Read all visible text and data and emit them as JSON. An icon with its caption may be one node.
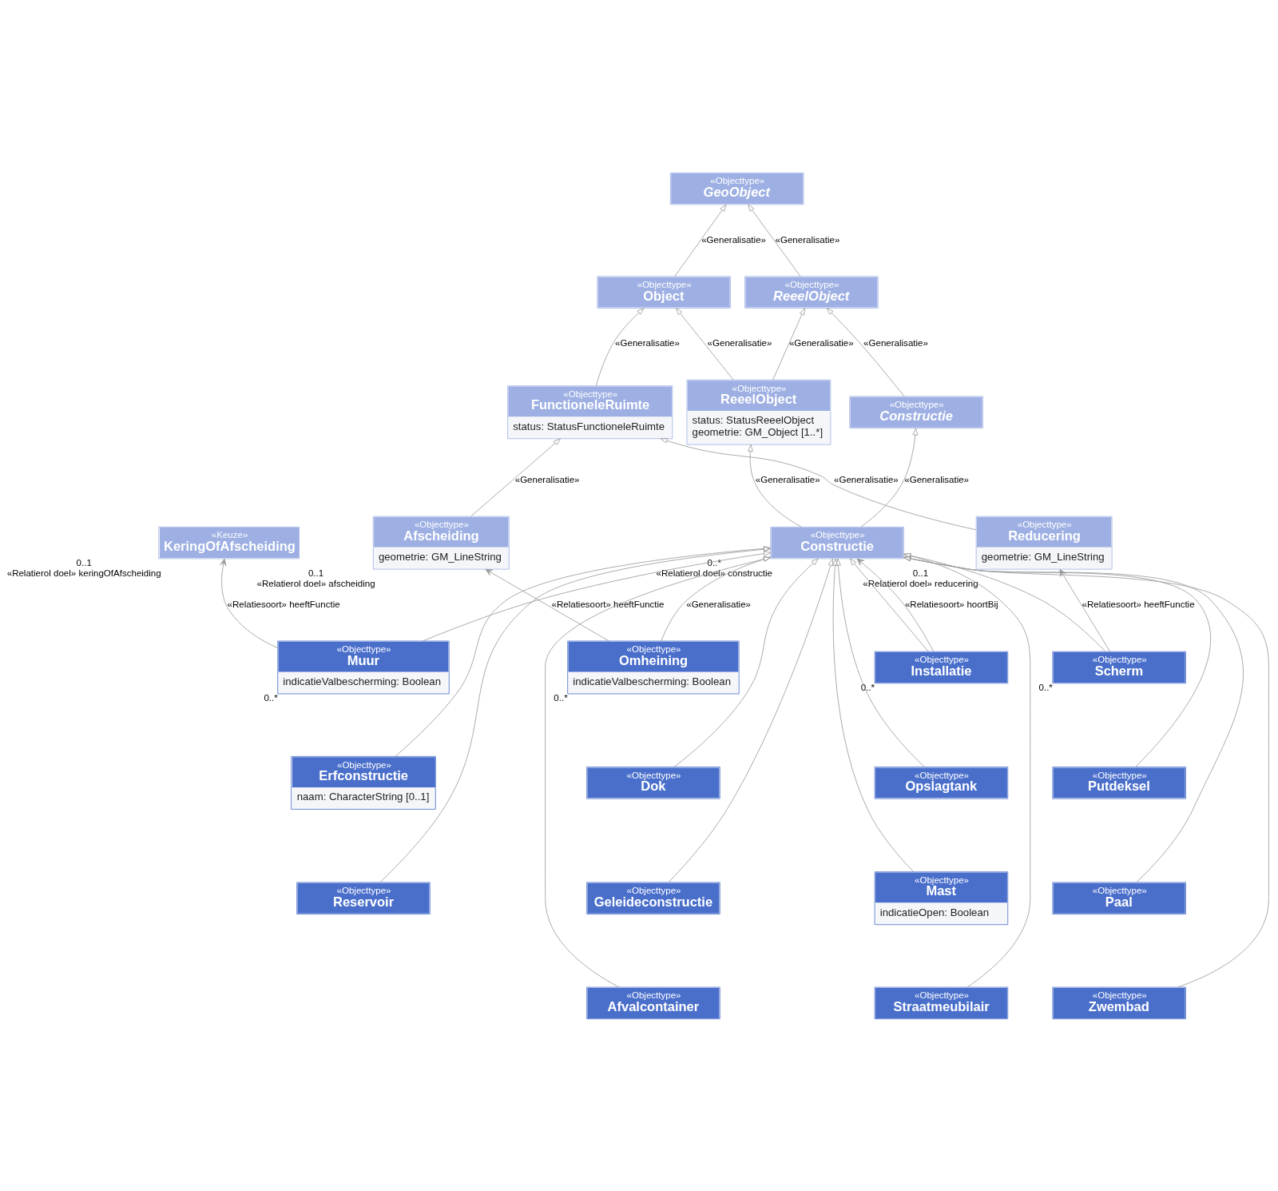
{
  "diagram": {
    "nodes": [
      {
        "text": [
          "«Objecttype»",
          "GeoObject"
        ]
      },
      {
        "text": [
          "«Objecttype»",
          "Object"
        ]
      },
      {
        "text": [
          "«Objecttype»",
          "FunctioneleRuimte",
          "status: StatusFunctioneleRuimte"
        ]
      },
      {
        "text": [
          "«Objecttype»",
          "ReeelObject"
        ]
      },
      {
        "text": [
          "«Objecttype»",
          "Afscheiding",
          "geometrie: GM_LineString"
        ],
        "beside": [
          "0..1",
          "«Relatierol doel» afscheiding"
        ]
      },
      {
        "text": [
          "«Objecttype»",
          "Reducering",
          "geometrie: GM_LineString"
        ],
        "beside": [
          "0..1",
          "«Relatierol doel» reducering"
        ]
      },
      {
        "text": [
          "«Objecttype»",
          "ReeelObject",
          "status: StatusReeelObject",
          "geometrie: GM_Object [1..*]"
        ]
      },
      {
        "text": [
          "«Objecttype»",
          "Constructie"
        ]
      },
      {
        "text": [
          "«Keuze»",
          "KeringOfAfscheiding"
        ],
        "beside": [
          "0..1",
          "«Relatierol doel» keringOfAfscheiding"
        ]
      },
      {
        "text": [
          "«Objecttype»",
          "Constructie"
        ],
        "beside": [
          "0..*",
          "«Relatierol doel» constructie"
        ]
      },
      {
        "text": [
          "«Objecttype»",
          "Omheining",
          "indicatieValbescherming: Boolean"
        ],
        "beside": [
          "0..*"
        ]
      },
      {
        "text": [
          "«Objecttype»",
          "Scherm"
        ],
        "beside": [
          "0..*"
        ]
      },
      {
        "text": [
          "«Objecttype»",
          "Installatie"
        ],
        "beside": [
          "0..*"
        ]
      },
      {
        "text": [
          "«Objecttype»",
          "Muur",
          "indicatieValbescherming: Boolean"
        ],
        "beside": [
          "0..*"
        ]
      },
      {
        "text": [
          "«Objecttype»",
          "Dok"
        ]
      },
      {
        "text": [
          "«Objecttype»",
          "Putdeksel"
        ]
      },
      {
        "text": [
          "«Objecttype»",
          "Opslagtank"
        ]
      },
      {
        "text": [
          "«Objecttype»",
          "Erfconstructie",
          "naam: CharacterString [0..1]"
        ]
      },
      {
        "text": [
          "«Objecttype»",
          "Geleideconstructie"
        ]
      },
      {
        "text": [
          "«Objecttype»",
          "Paal"
        ]
      },
      {
        "text": [
          "«Objecttype»",
          "Mast",
          "indicatieOpen: Boolean"
        ]
      },
      {
        "text": [
          "«Objecttype»",
          "Reservoir"
        ]
      },
      {
        "text": [
          "«Objecttype»",
          "Afvalcontainer"
        ]
      },
      {
        "text": [
          "«Objecttype»",
          "Zwembad"
        ]
      },
      {
        "text": [
          "«Objecttype»",
          "Straatmeubilair"
        ]
      }
    ],
    "edges": [
      {
        "from": 1,
        "to": 0,
        "arrow": "to",
        "label": "«Generalisatie»"
      },
      {
        "from": 3,
        "to": 0,
        "arrow": "to",
        "label": "«Generalisatie»"
      },
      {
        "from": 2,
        "to": 1,
        "arrow": "to",
        "label": "«Generalisatie»"
      },
      {
        "from": 6,
        "to": 1,
        "arrow": "to",
        "label": "«Generalisatie»"
      },
      {
        "from": 4,
        "to": 2,
        "arrow": "to",
        "label": "«Generalisatie»"
      },
      {
        "from": 5,
        "to": 2,
        "arrow": "to",
        "label": "«Generalisatie»"
      },
      {
        "from": 6,
        "to": 3,
        "arrow": "to",
        "label": "«Generalisatie»"
      },
      {
        "from": 7,
        "to": 3,
        "arrow": "to",
        "label": "«Generalisatie»"
      },
      {
        "from": 9,
        "to": 6,
        "arrow": "to",
        "label": "«Generalisatie»"
      },
      {
        "from": 9,
        "to": 7,
        "arrow": "to",
        "label": "«Generalisatie»"
      },
      {
        "from": 10,
        "to": 9,
        "arrow": "to",
        "label": "«Generalisatie»"
      },
      {
        "from": 11,
        "to": 9,
        "arrow": "to"
      },
      {
        "from": 12,
        "to": 9,
        "arrow": "to"
      },
      {
        "from": 13,
        "to": 9,
        "arrow": "to"
      },
      {
        "from": 14,
        "to": 9,
        "arrow": "to"
      },
      {
        "from": 15,
        "to": 9,
        "arrow": "to"
      },
      {
        "from": 16,
        "to": 9,
        "arrow": "to"
      },
      {
        "from": 17,
        "to": 9,
        "arrow": "to"
      },
      {
        "from": 18,
        "to": 9,
        "arrow": "to"
      },
      {
        "from": 19,
        "to": 9,
        "arrow": "to"
      },
      {
        "from": 20,
        "to": 9,
        "arrow": "to"
      },
      {
        "from": 21,
        "to": 9,
        "arrow": "to"
      },
      {
        "from": 22,
        "to": 9,
        "arrow": "to"
      },
      {
        "from": 23,
        "to": 9,
        "arrow": "to"
      },
      {
        "from": 24,
        "to": 9,
        "arrow": "to"
      },
      {
        "from": 10,
        "to": 4,
        "arrow": "to",
        "label": "«Relatiesoort» heeftFunctie"
      },
      {
        "from": 11,
        "to": 5,
        "arrow": "to",
        "label": "«Relatiesoort» heeftFunctie"
      },
      {
        "from": 12,
        "to": 9,
        "arrow": "to",
        "label": "«Relatiesoort» hoortBij"
      },
      {
        "from": 13,
        "to": 8,
        "arrow": "to",
        "label": "«Relatiesoort» heeftFunctie"
      }
    ]
  }
}
